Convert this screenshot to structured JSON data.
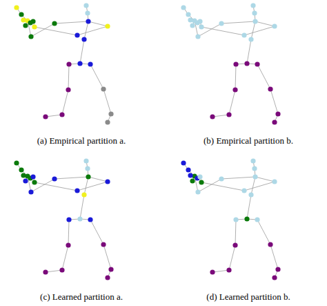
{
  "diagram": {
    "labels": [
      "(a) Empirical partition a.",
      "(b) Empirical partition b.",
      "(c) Learned partition a.",
      "(d) Learned partition b."
    ]
  }
}
